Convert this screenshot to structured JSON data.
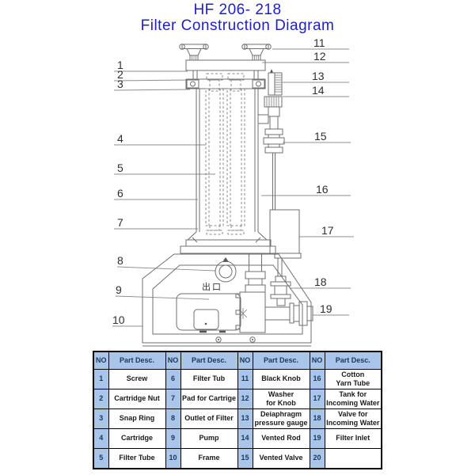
{
  "title": {
    "line1": "HF 206- 218",
    "line2": "Filter Construction Diagram"
  },
  "colors": {
    "title_blue": "#1e1ec8",
    "table_header_bg": "#a9c6e8",
    "table_header_text": "#17375d",
    "diagram_line_gray": "#6f6f6f"
  },
  "diagram": {
    "outlet_label": "出口",
    "callouts": [
      "1",
      "2",
      "3",
      "4",
      "5",
      "6",
      "7",
      "8",
      "9",
      "10",
      "11",
      "12",
      "13",
      "14",
      "15",
      "16",
      "17",
      "18",
      "19"
    ]
  },
  "table": {
    "header": {
      "no": "NO",
      "desc": "Part Desc."
    },
    "rows": [
      {
        "cells": [
          {
            "no": "1",
            "desc": "Screw"
          },
          {
            "no": "6",
            "desc": "Filter Tub"
          },
          {
            "no": "11",
            "desc": "Black Knob"
          },
          {
            "no": "16",
            "desc": "Cotton\nYarn Tube"
          }
        ]
      },
      {
        "cells": [
          {
            "no": "2",
            "desc": "Cartridge Nut"
          },
          {
            "no": "7",
            "desc": "Pad for Cartrige"
          },
          {
            "no": "12",
            "desc": "Washer\nfor Knob"
          },
          {
            "no": "17",
            "desc": "Tank for\nIncoming Water"
          }
        ]
      },
      {
        "cells": [
          {
            "no": "3",
            "desc": "Snap Ring"
          },
          {
            "no": "8",
            "desc": "Outlet of Filter"
          },
          {
            "no": "13",
            "desc": "Deiaphragm\npressure gauge"
          },
          {
            "no": "18",
            "desc": "Valve for\nIncoming Water"
          }
        ]
      },
      {
        "cells": [
          {
            "no": "4",
            "desc": "Cartridge"
          },
          {
            "no": "9",
            "desc": "Pump"
          },
          {
            "no": "14",
            "desc": "Vented Rod"
          },
          {
            "no": "19",
            "desc": "Filter Inlet"
          }
        ]
      },
      {
        "cells": [
          {
            "no": "5",
            "desc": "Filter Tube"
          },
          {
            "no": "10",
            "desc": "Frame"
          },
          {
            "no": "15",
            "desc": "Vented Valve"
          },
          {
            "no": "20",
            "desc": ""
          }
        ]
      }
    ]
  }
}
